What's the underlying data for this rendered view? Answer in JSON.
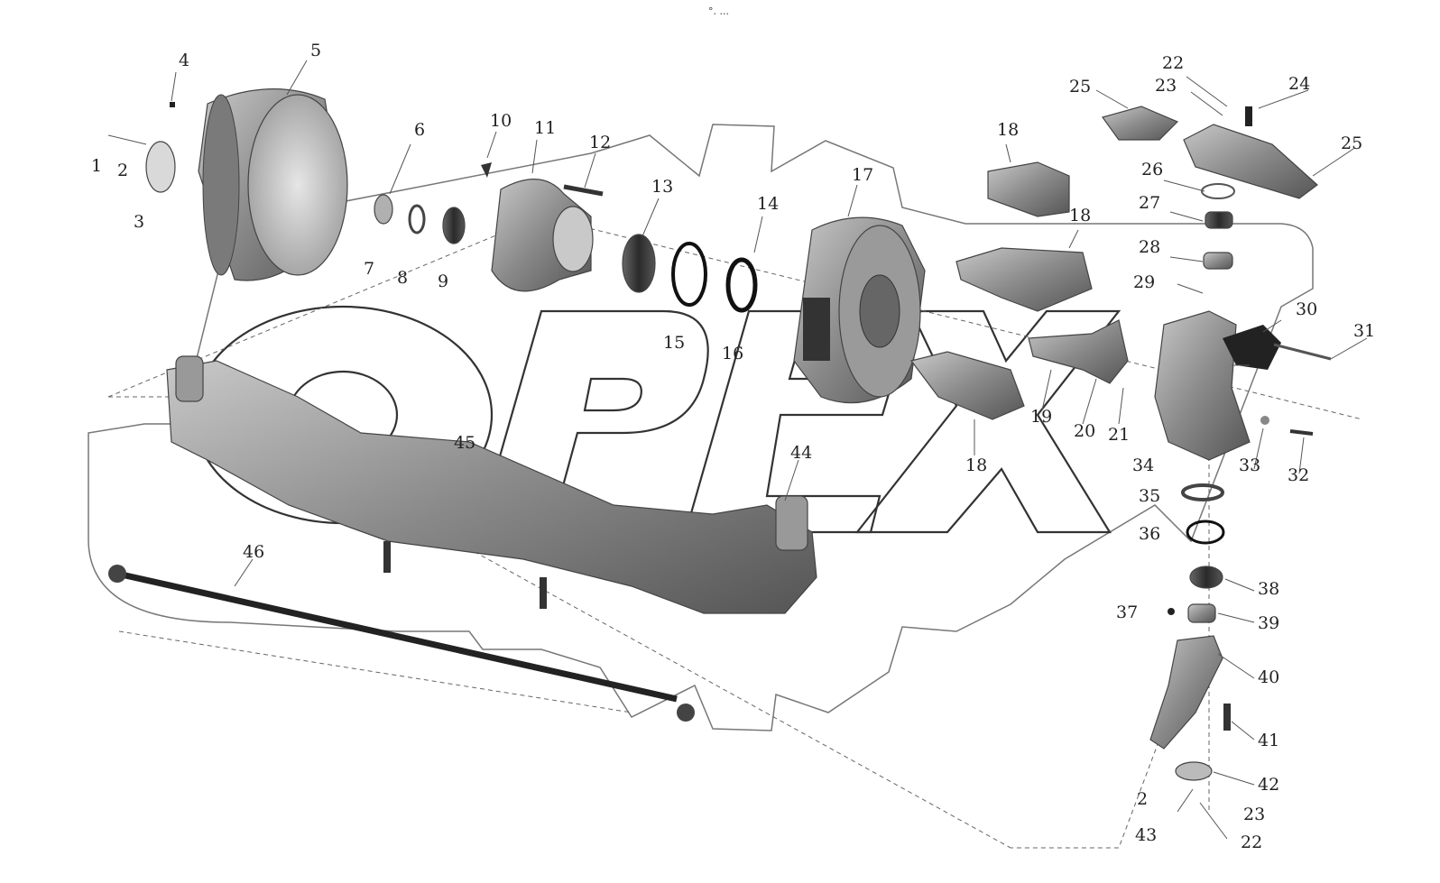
{
  "top_mark": "°. ...",
  "watermark": "OPEX",
  "parts": [
    {
      "id": "p1",
      "label": "1"
    },
    {
      "id": "p2",
      "label": "2"
    },
    {
      "id": "p3",
      "label": "3"
    },
    {
      "id": "p4",
      "label": "4"
    },
    {
      "id": "p5",
      "label": "5"
    },
    {
      "id": "p6",
      "label": "6"
    },
    {
      "id": "p7",
      "label": "7"
    },
    {
      "id": "p8",
      "label": "8"
    },
    {
      "id": "p9",
      "label": "9"
    },
    {
      "id": "p10",
      "label": "10"
    },
    {
      "id": "p11",
      "label": "11"
    },
    {
      "id": "p12",
      "label": "12"
    },
    {
      "id": "p13",
      "label": "13"
    },
    {
      "id": "p14",
      "label": "14"
    },
    {
      "id": "p15",
      "label": "15"
    },
    {
      "id": "p16",
      "label": "16"
    },
    {
      "id": "p17",
      "label": "17"
    },
    {
      "id": "p18a",
      "label": "18"
    },
    {
      "id": "p18b",
      "label": "18"
    },
    {
      "id": "p18c",
      "label": "18"
    },
    {
      "id": "p19",
      "label": "19"
    },
    {
      "id": "p20",
      "label": "20"
    },
    {
      "id": "p21",
      "label": "21"
    },
    {
      "id": "p22a",
      "label": "22"
    },
    {
      "id": "p23a",
      "label": "23"
    },
    {
      "id": "p24",
      "label": "24"
    },
    {
      "id": "p25a",
      "label": "25"
    },
    {
      "id": "p25b",
      "label": "25"
    },
    {
      "id": "p26",
      "label": "26"
    },
    {
      "id": "p27",
      "label": "27"
    },
    {
      "id": "p28",
      "label": "28"
    },
    {
      "id": "p29",
      "label": "29"
    },
    {
      "id": "p30",
      "label": "30"
    },
    {
      "id": "p31",
      "label": "31"
    },
    {
      "id": "p32",
      "label": "32"
    },
    {
      "id": "p33",
      "label": "33"
    },
    {
      "id": "p34",
      "label": "34"
    },
    {
      "id": "p35",
      "label": "35"
    },
    {
      "id": "p36",
      "label": "36"
    },
    {
      "id": "p37",
      "label": "37"
    },
    {
      "id": "p38",
      "label": "38"
    },
    {
      "id": "p39",
      "label": "39"
    },
    {
      "id": "p40",
      "label": "40"
    },
    {
      "id": "p41",
      "label": "41"
    },
    {
      "id": "p42",
      "label": "42"
    },
    {
      "id": "p2b",
      "label": "2"
    },
    {
      "id": "p23b",
      "label": "23"
    },
    {
      "id": "p43",
      "label": "43"
    },
    {
      "id": "p22b",
      "label": "22"
    },
    {
      "id": "p44",
      "label": "44"
    },
    {
      "id": "p45",
      "label": "45"
    },
    {
      "id": "p46",
      "label": "46"
    }
  ]
}
